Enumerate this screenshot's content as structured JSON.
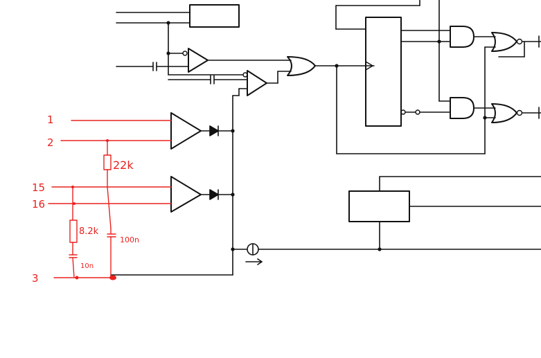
{
  "schematic": {
    "black_color": "#111111",
    "red_color": "#e8221f",
    "pin_labels": [
      "1",
      "2",
      "15",
      "16",
      "3"
    ],
    "component_labels": {
      "r1": "22k",
      "r2": "8.2k",
      "c1": "100n",
      "c2": "10n"
    }
  }
}
